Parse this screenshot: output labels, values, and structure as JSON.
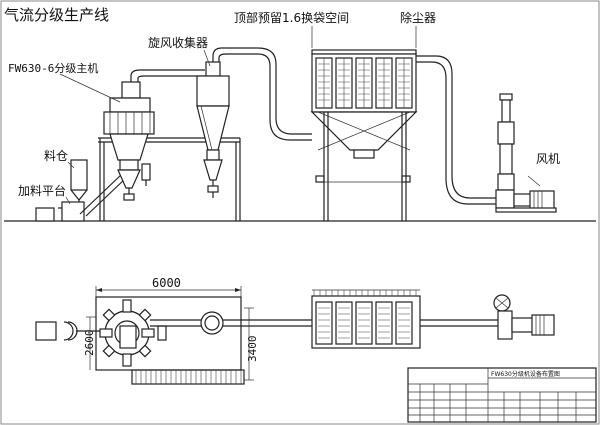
{
  "title": "气流分级生产线",
  "labels": {
    "main_classifier": "FW630-6分级主机",
    "cyclone_collector": "旋风收集器",
    "top_space": "顶部预留1.6换袋空间",
    "dust_collector": "除尘器",
    "feed_bin": "料仓",
    "feed_platform": "加料平台",
    "fan": "风机"
  },
  "dimensions": {
    "width_6000": "6000",
    "dim_2600": "2600",
    "dim_3400": "3400"
  },
  "title_block": {
    "drawing_name": "FW630分级机设备布置图"
  }
}
